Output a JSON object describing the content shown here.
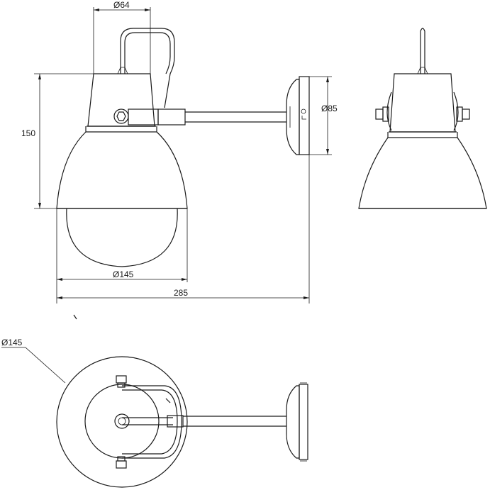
{
  "drawing": {
    "dimensions": {
      "neck_diameter": "Ø64",
      "plate_diameter": "Ø85",
      "height": "150",
      "shade_diameter": "Ø145",
      "overall_length": "285",
      "top_view_diameter": "Ø145"
    },
    "views": [
      "side-view",
      "front-view",
      "top-view"
    ]
  }
}
